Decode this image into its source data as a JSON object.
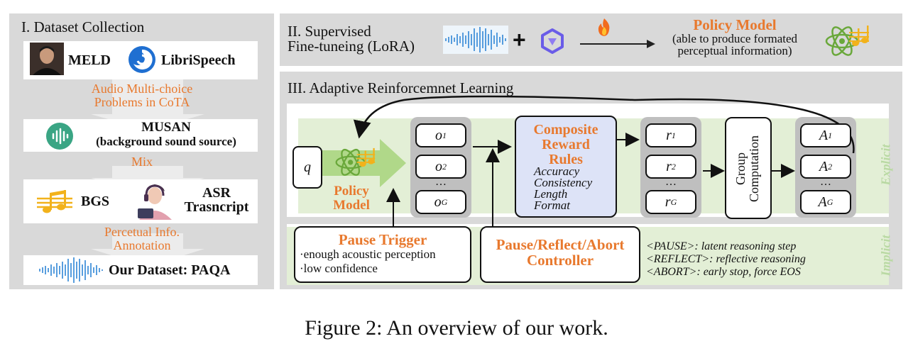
{
  "figure": {
    "caption": "Figure 2: An overview of our work."
  },
  "section1": {
    "title": "I. Dataset Collection",
    "sources": [
      "MELD",
      "LibriSpeech"
    ],
    "step1": [
      "Audio Multi-choice",
      "Problems in CoTA"
    ],
    "musan": [
      "MUSAN",
      "(background sound source)"
    ],
    "mix": "Mix",
    "bgs": "BGS",
    "asr": [
      "ASR",
      "Trasncript"
    ],
    "step3": [
      "Percetual Info.",
      "Annotation"
    ],
    "dataset": "Our Dataset: PAQA"
  },
  "section2": {
    "title": [
      "II. Supervised",
      "Fine-tuneing (LoRA)"
    ],
    "plus": "+",
    "policy_title": "Policy Model",
    "policy_desc": [
      "(able to produce formated",
      "perceptual information)"
    ]
  },
  "section3": {
    "title": "III. Adaptive Reinforcemnet Learning",
    "query": "q",
    "policy_model": [
      "Policy",
      "Model"
    ],
    "outputs": [
      {
        "base": "o",
        "sub": "1"
      },
      {
        "base": "o",
        "sub": "2"
      },
      {
        "base": "o",
        "sub": "G"
      }
    ],
    "rewards": [
      {
        "base": "r",
        "sub": "1"
      },
      {
        "base": "r",
        "sub": "2"
      },
      {
        "base": "r",
        "sub": "G"
      }
    ],
    "advantages": [
      {
        "base": "A",
        "sub": "1"
      },
      {
        "base": "A",
        "sub": "2"
      },
      {
        "base": "A",
        "sub": "G"
      }
    ],
    "ellipsis": "…",
    "composite": {
      "title": [
        "Composite",
        "Reward",
        "Rules"
      ],
      "rules": [
        "Accuracy",
        "Consistency",
        "Length",
        "Format"
      ]
    },
    "group": [
      "Group",
      "Computation"
    ],
    "explicit": "Explicit",
    "implicit": "Implicit",
    "pause_trigger": {
      "title": "Pause Trigger",
      "items": [
        "·enough acoustic perception",
        "·low confidence"
      ]
    },
    "controller": [
      "Pause/Reflect/Abort",
      "Controller"
    ],
    "tokens": [
      "<PAUSE>: latent reasoning step",
      "<REFLECT>: reflective reasoning",
      "<ABORT>: early stop, force EOS"
    ]
  },
  "colors": {
    "orange": "#e8792e",
    "panel": "#d9d9d9",
    "green_band": "#e3efd6",
    "lavender": "#dde3f7",
    "teal": "#3aa584"
  },
  "icons": [
    "person-photo-icon",
    "librispeech-logo-icon",
    "waveform-icon",
    "musan-icon",
    "music-notes-icon",
    "person-headphones-icon",
    "qwen-logo-icon",
    "fire-icon",
    "atom-notes-icon"
  ]
}
